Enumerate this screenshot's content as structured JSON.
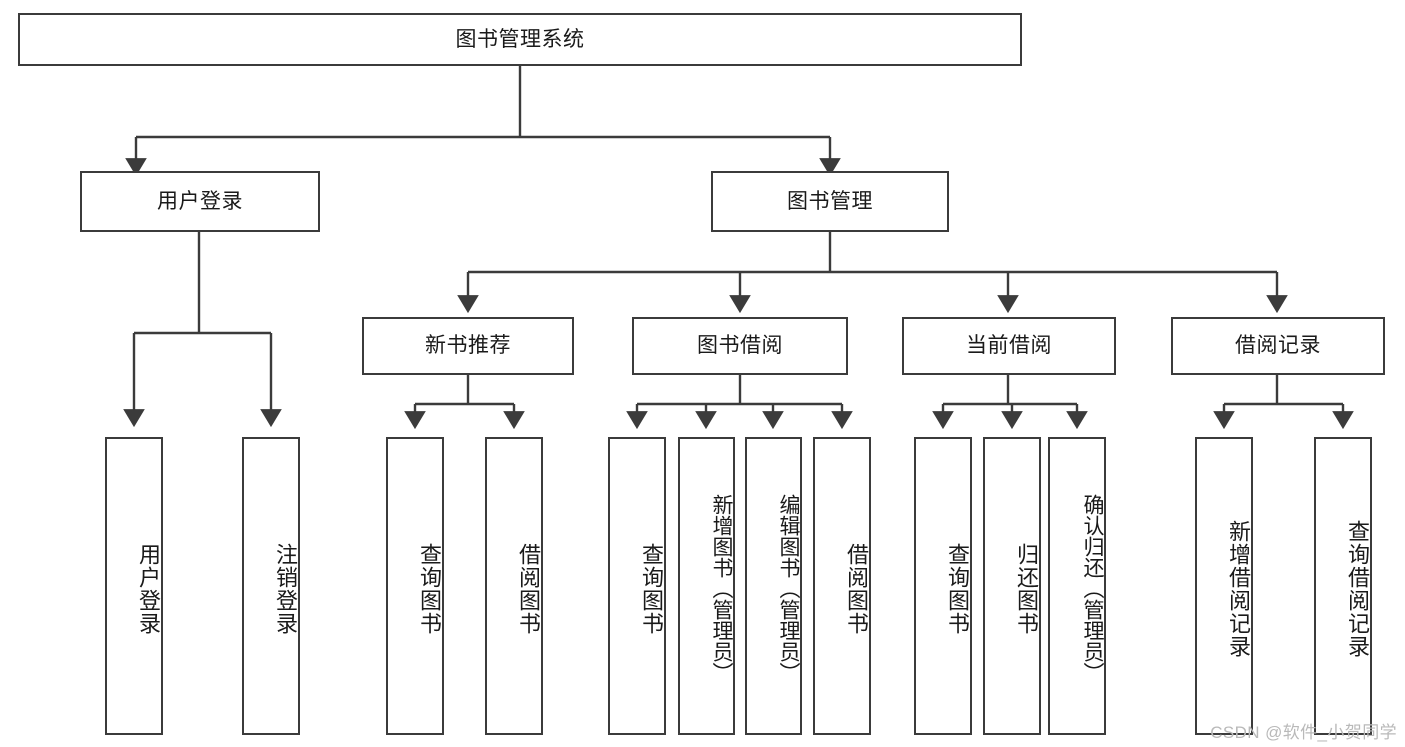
{
  "diagram": {
    "type": "hierarchy-tree",
    "title": "图书管理系统",
    "watermark": "CSDN @软件_小贺同学",
    "root": {
      "label": "图书管理系统",
      "id": "root"
    },
    "level2": [
      {
        "id": "user-login",
        "label": "用户登录"
      },
      {
        "id": "book-manage",
        "label": "图书管理"
      }
    ],
    "level3": [
      {
        "id": "new-book-recommend",
        "label": "新书推荐",
        "parent": "book-manage"
      },
      {
        "id": "book-borrow",
        "label": "图书借阅",
        "parent": "book-manage"
      },
      {
        "id": "current-borrow",
        "label": "当前借阅",
        "parent": "book-manage"
      },
      {
        "id": "borrow-record",
        "label": "借阅记录",
        "parent": "book-manage"
      }
    ],
    "leaves": {
      "user_login": [
        {
          "id": "leaf-user-login",
          "label": "用户登录"
        },
        {
          "id": "leaf-logout-login",
          "label": "注销登录"
        }
      ],
      "new_book_recommend": [
        {
          "id": "leaf-query-book-1",
          "label": "查询图书"
        },
        {
          "id": "leaf-borrow-book-1",
          "label": "借阅图书"
        }
      ],
      "book_borrow": [
        {
          "id": "leaf-query-book-2",
          "label": "查询图书"
        },
        {
          "id": "leaf-add-book",
          "label": "新增图书（管理员）"
        },
        {
          "id": "leaf-edit-book",
          "label": "编辑图书（管理员）"
        },
        {
          "id": "leaf-borrow-book-2",
          "label": "借阅图书"
        }
      ],
      "current_borrow": [
        {
          "id": "leaf-query-book-3",
          "label": "查询图书"
        },
        {
          "id": "leaf-return-book",
          "label": "归还图书"
        },
        {
          "id": "leaf-confirm-return",
          "label": "确认归还（管理员）"
        }
      ],
      "borrow_record": [
        {
          "id": "leaf-add-record",
          "label": "新增借阅记录"
        },
        {
          "id": "leaf-query-record",
          "label": "查询借阅记录"
        }
      ]
    },
    "colors": {
      "stroke": "#3b3b3b",
      "fill": "#ffffff",
      "text": "#1a1a1a",
      "watermark": "#b9b9b9"
    }
  }
}
